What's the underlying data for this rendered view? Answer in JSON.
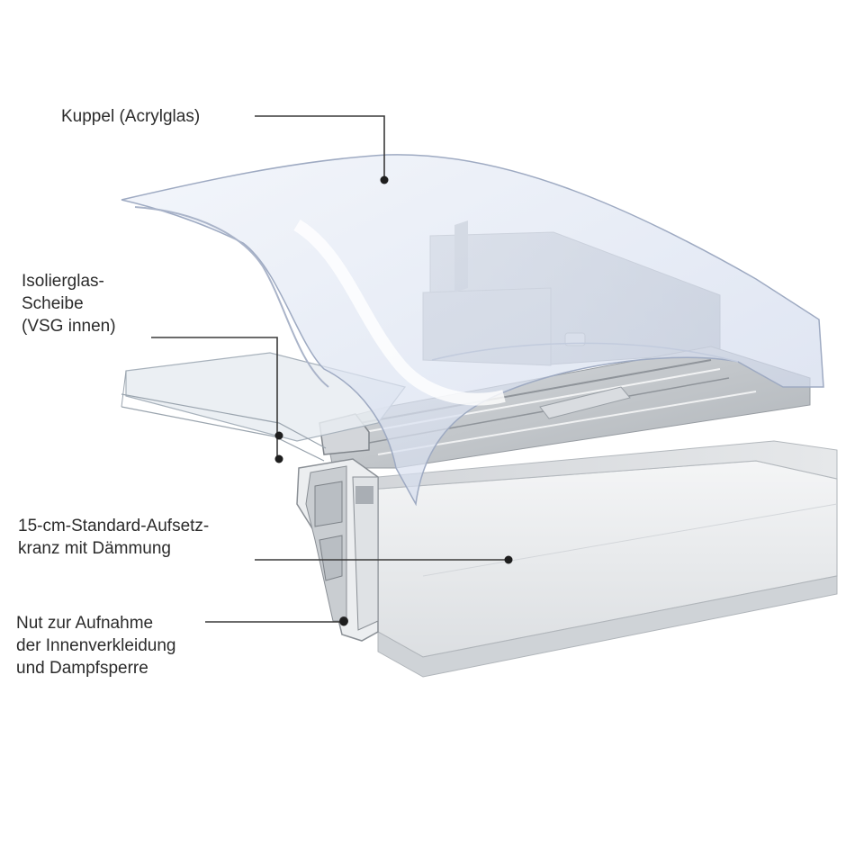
{
  "labels": {
    "kuppel": [
      "Kuppel (Acrylglas)"
    ],
    "isolierglas": [
      "Isolierglas-",
      "Scheibe",
      "(VSG innen)"
    ],
    "aufsetzkranz": [
      "15-cm-Standard-Aufsetz-",
      "kranz mit Dämmung"
    ],
    "nut": [
      "Nut zur Aufnahme",
      "der Innenverkleidung",
      "und Dampfsperre"
    ]
  },
  "colors": {
    "text": "#2b2b2b",
    "leader": "#3a3a3a",
    "dome": "#dfe6f3",
    "glass": "#e9eef4",
    "frame": "#c3c7cc",
    "curb": "#e8eaec"
  }
}
